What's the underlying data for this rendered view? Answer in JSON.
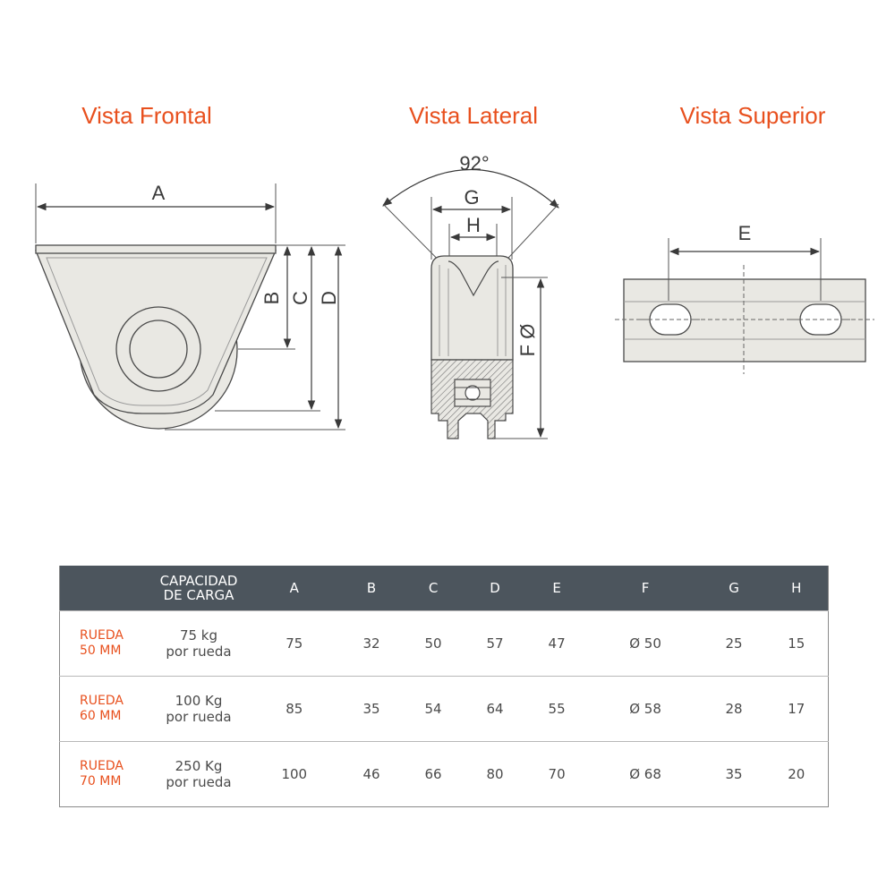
{
  "views": {
    "front": {
      "title": "Vista Frontal",
      "dims": {
        "a": "A",
        "b": "B",
        "c": "C",
        "d": "D"
      }
    },
    "side": {
      "title": "Vista Lateral",
      "dims": {
        "angle": "92°",
        "g": "G",
        "h": "H",
        "f": "F Ø"
      }
    },
    "top": {
      "title": "Vista Superior",
      "dims": {
        "e": "E"
      }
    }
  },
  "colors": {
    "title": "#e8501e",
    "wheel_label": "#e8501e",
    "header_bg": "#4c555d",
    "part_fill": "#e9e8e3",
    "outline": "#4a4a4a"
  },
  "table": {
    "headers": {
      "capacity_line1": "CAPACIDAD",
      "capacity_line2": "DE CARGA",
      "cols": [
        "A",
        "B",
        "C",
        "D",
        "E",
        "F",
        "G",
        "H"
      ]
    },
    "rows": [
      {
        "wheel_line1": "RUEDA",
        "wheel_line2": "50 MM",
        "cap_line1": "75 kg",
        "cap_line2": "por rueda",
        "values": [
          "75",
          "32",
          "50",
          "57",
          "47",
          "Ø 50",
          "25",
          "15"
        ]
      },
      {
        "wheel_line1": "RUEDA",
        "wheel_line2": "60 MM",
        "cap_line1": "100 Kg",
        "cap_line2": "por rueda",
        "values": [
          "85",
          "35",
          "54",
          "64",
          "55",
          "Ø 58",
          "28",
          "17"
        ]
      },
      {
        "wheel_line1": "RUEDA",
        "wheel_line2": "70 MM",
        "cap_line1": "250 Kg",
        "cap_line2": "por rueda",
        "values": [
          "100",
          "46",
          "66",
          "80",
          "70",
          "Ø 68",
          "35",
          "20"
        ]
      }
    ]
  }
}
